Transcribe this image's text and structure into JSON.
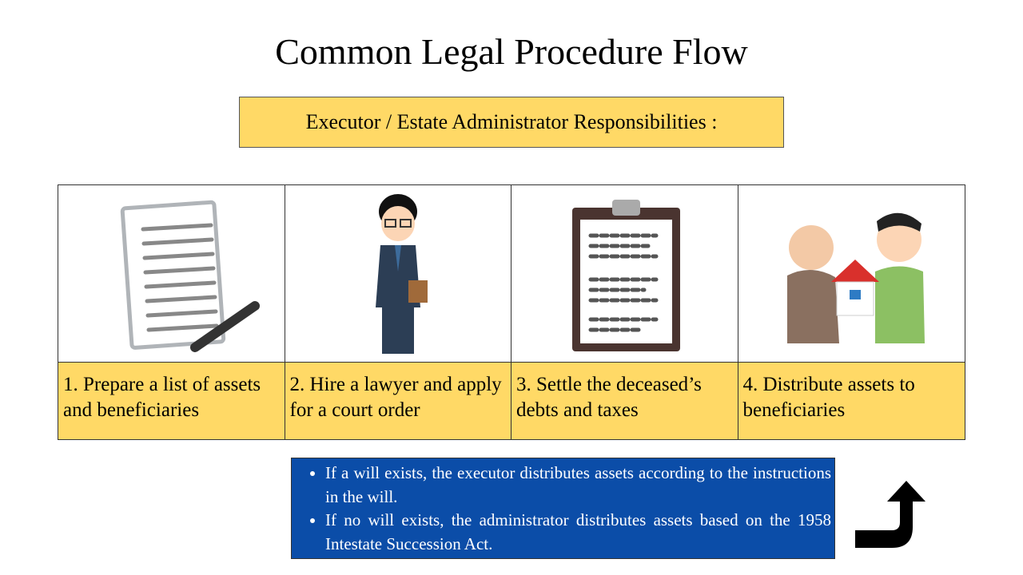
{
  "title": "Common Legal Procedure Flow",
  "subtitle": "Executor / Estate Administrator Responsibilities :",
  "steps": [
    {
      "label": "1. Prepare a list of assets and beneficiaries",
      "icon": "document-pen-icon"
    },
    {
      "label": "2. Hire a lawyer and apply for a court order",
      "icon": "lawyer-icon"
    },
    {
      "label": "3. Settle the deceased’s debts and taxes",
      "icon": "clipboard-icon"
    },
    {
      "label": "4. Distribute assets to beneficiaries",
      "icon": "house-handover-icon"
    }
  ],
  "notes": [
    "If a will exists, the executor distributes assets according to the instructions in the will.",
    "If no will exists, the administrator distributes assets based on the 1958 Intestate Succession Act."
  ],
  "colors": {
    "yellow": "#FFD966",
    "blue": "#0B4DA8"
  }
}
